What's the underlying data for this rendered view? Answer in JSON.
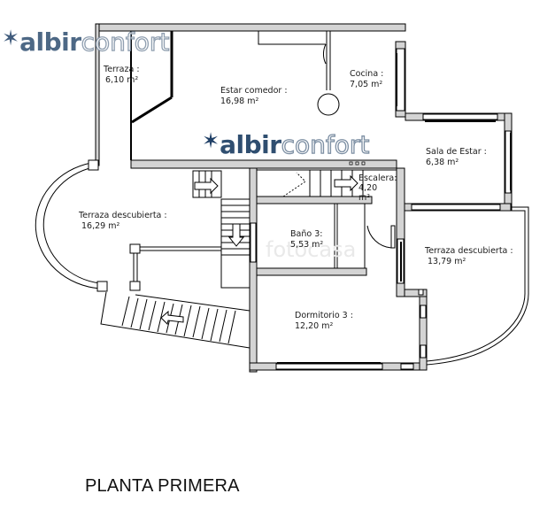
{
  "logos": [
    {
      "star": "✶",
      "brand_a": "albir",
      "brand_b": "confort"
    },
    {
      "star": "✶",
      "brand_a": "albir",
      "brand_b": "confort"
    }
  ],
  "watermark": "fotocasa",
  "rooms": [
    {
      "name": "Terraza :",
      "area": "6,10 m²"
    },
    {
      "name": "Estar comedor :",
      "area": "16,98 m²"
    },
    {
      "name": "Cocina :",
      "area": "7,05 m²"
    },
    {
      "name": "Sala de Estar :",
      "area": "6,38 m²"
    },
    {
      "name": "Escalera:",
      "area": "4,20",
      "unit": "m²"
    },
    {
      "name": "Terraza descubierta :",
      "area": "16,29 m²"
    },
    {
      "name": "Baño 3:",
      "area": "5,53 m²"
    },
    {
      "name": "Terraza descubierta :",
      "area": "13,79 m²"
    },
    {
      "name": "Dormitorio 3 :",
      "area": "12,20 m²"
    }
  ],
  "title": "PLANTA PRIMERA",
  "colors": {
    "wall_fill": "#d4d4d4",
    "line": "#000000",
    "logo_dark": "#2f4e70",
    "logo_outline": "#7d8fa3"
  }
}
